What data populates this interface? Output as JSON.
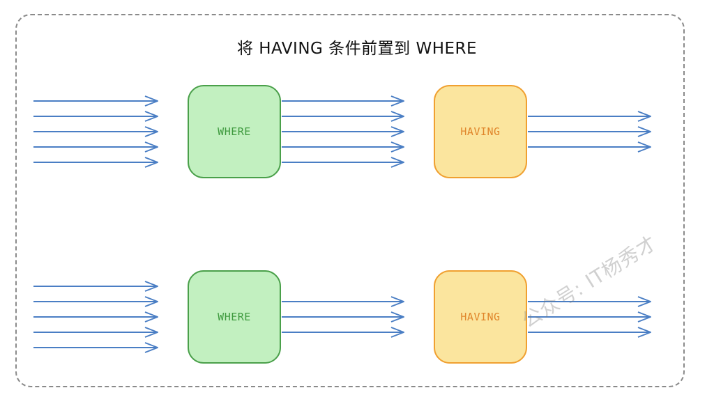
{
  "title": "将 HAVING 条件前置到 WHERE",
  "colors": {
    "arrow": "#4a7ec4",
    "where_fill": "#c2f0c0",
    "where_stroke": "#4aa04a",
    "where_text": "#3e9a3e",
    "having_fill": "#fbe59e",
    "having_stroke": "#f0a030",
    "having_text": "#e0852a",
    "frame": "#8a8a8a"
  },
  "rows": [
    {
      "where_label": "WHERE",
      "having_label": "HAVING",
      "input_arrows": 5,
      "middle_arrows": 5,
      "output_arrows": 3
    },
    {
      "where_label": "WHERE",
      "having_label": "HAVING",
      "input_arrows": 5,
      "middle_arrows": 3,
      "output_arrows": 3
    }
  ],
  "watermark": "公众号: IT杨秀才"
}
